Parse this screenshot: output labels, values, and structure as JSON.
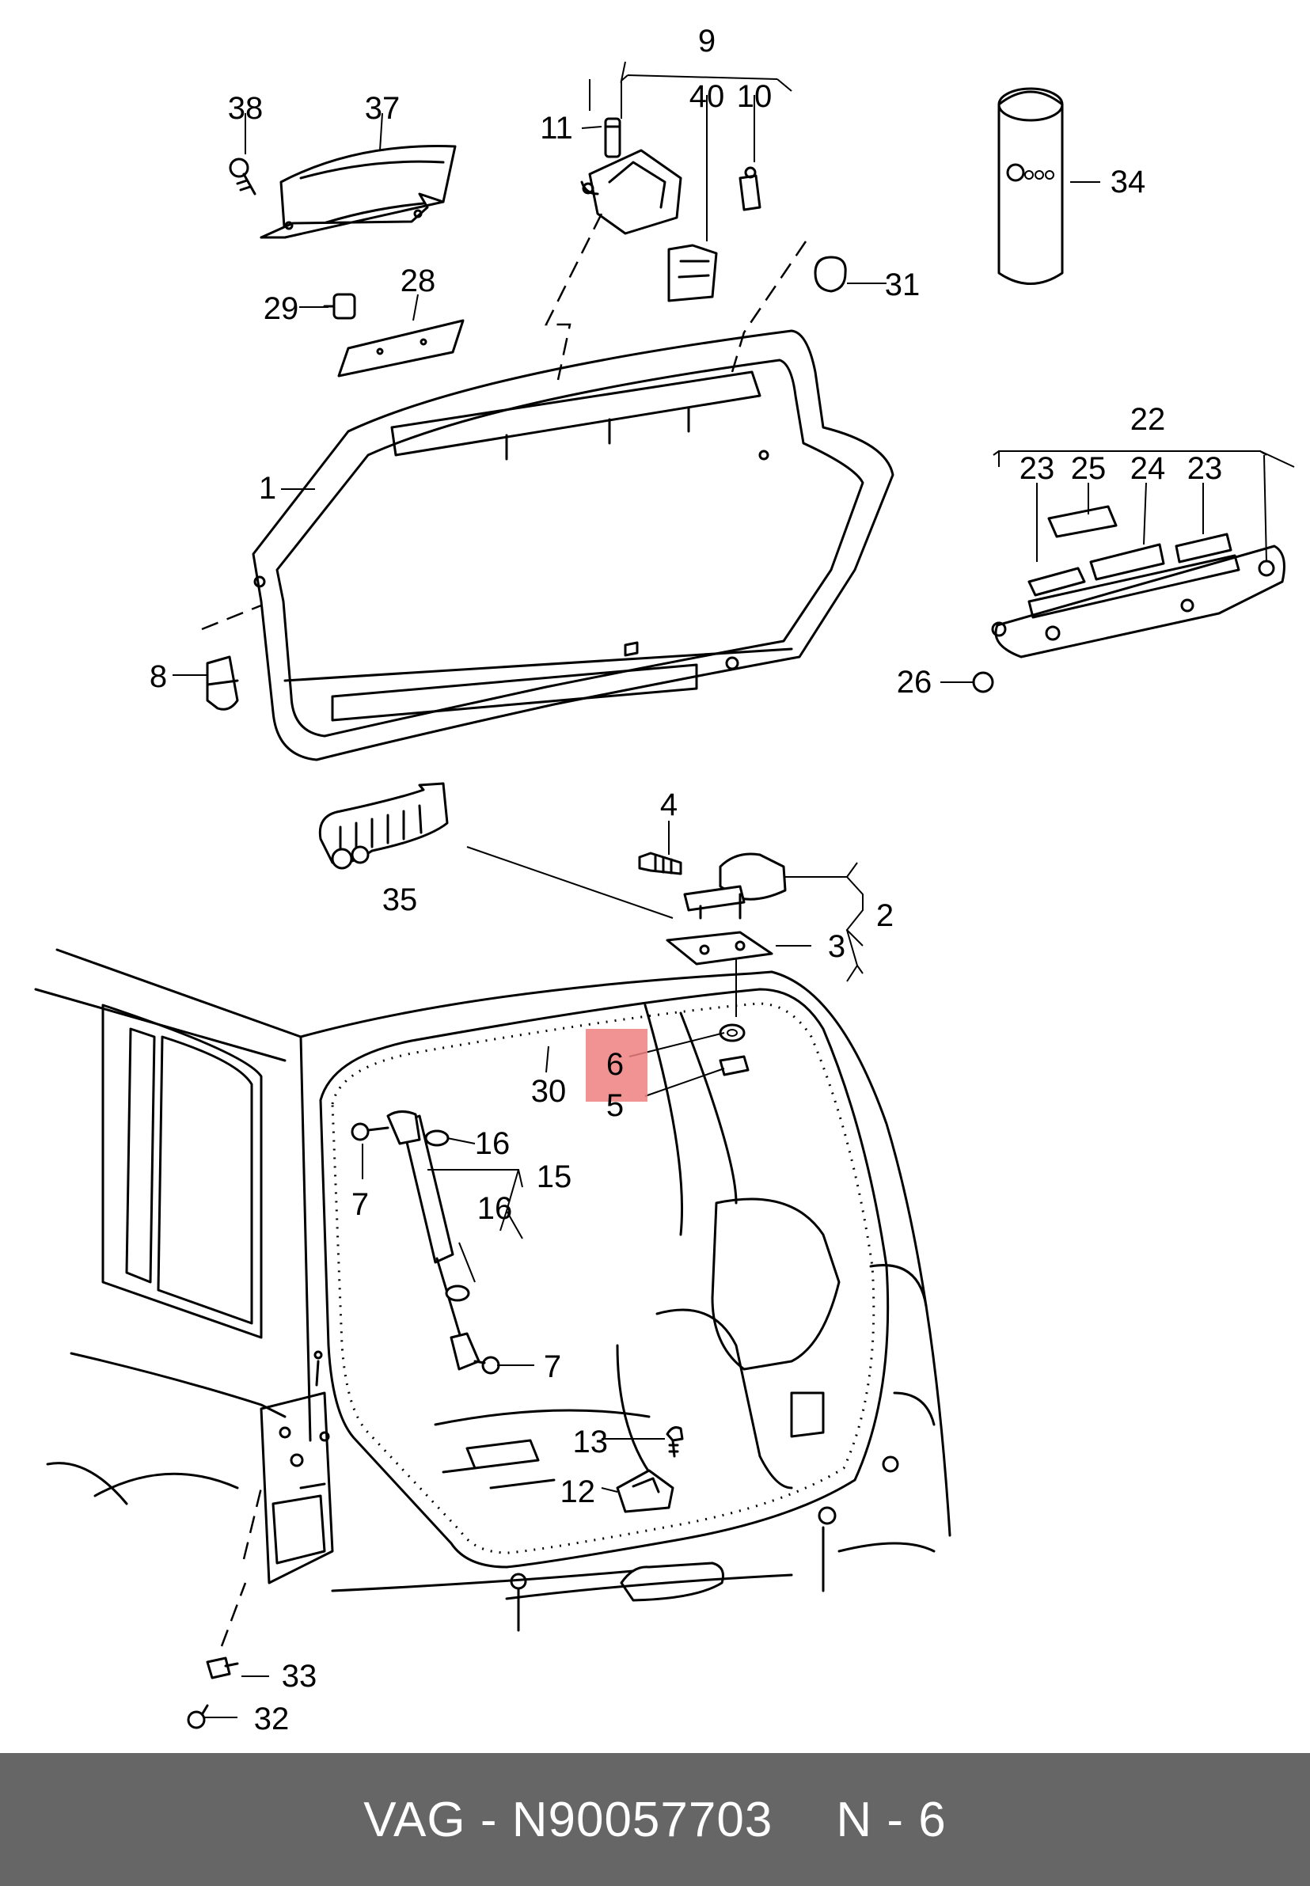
{
  "labels": {
    "l1": "1",
    "l2": "2",
    "l3": "3",
    "l4": "4",
    "l5": "5",
    "l6": "6",
    "l7a": "7",
    "l7b": "7",
    "l8": "8",
    "l9": "9",
    "l10": "10",
    "l11": "11",
    "l12": "12",
    "l13": "13",
    "l15": "15",
    "l16a": "16",
    "l16b": "16",
    "l22": "22",
    "l23a": "23",
    "l23b": "23",
    "l24": "24",
    "l25": "25",
    "l26": "26",
    "l28": "28",
    "l29": "29",
    "l30": "30",
    "l31": "31",
    "l32": "32",
    "l33": "33",
    "l34": "34",
    "l35": "35",
    "l37": "37",
    "l38": "38",
    "l40": "40"
  },
  "highlight_color": "#f08080",
  "footer": {
    "brand_part": "VAG - N90057703",
    "position": "N - 6",
    "background": "#666666"
  }
}
